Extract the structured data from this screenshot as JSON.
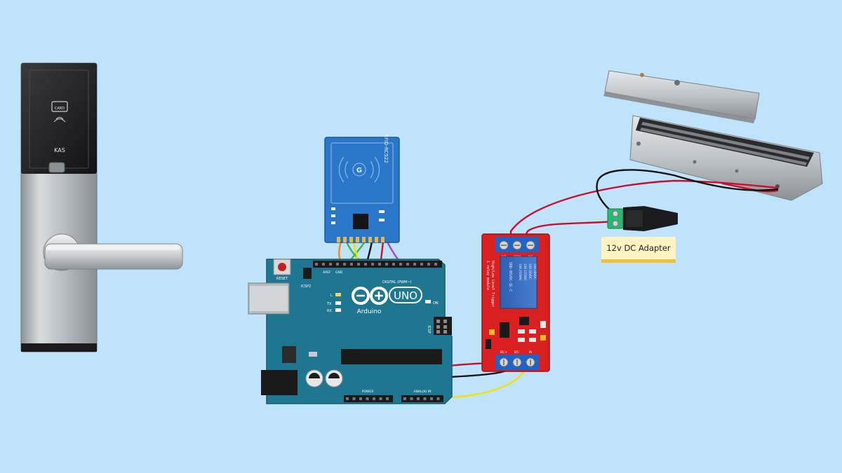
{
  "door_lock": {
    "card_label": "CARD",
    "brand": "KAS"
  },
  "rfid_module": {
    "label": "RFID-RC522"
  },
  "arduino": {
    "logo_text": "UNO",
    "brand": "Arduino",
    "reset_label": "RESET",
    "icsp2_label": "ICSP2",
    "icsp_label": "ICSP",
    "aref_label": "AREF",
    "gnd_label": "GND",
    "digital_label": "DIGITAL (PWM~)",
    "on_label": "ON",
    "tx_label": "TX",
    "rx_label": "RX",
    "l_label": "L",
    "power_label": "POWER",
    "analog_label": "ANALOG IN"
  },
  "relay": {
    "side_text_1": "1 relay module",
    "side_text_2": "High/Low Level Trigger",
    "model": "SRD-05VDC-SL-C",
    "rating_1": "10A 250VAC",
    "rating_2": "10A 125VAC",
    "rating_3": "10A 30VDC",
    "rating_4": "10A 28VDC",
    "top_terminals": [
      "NO",
      "COM",
      "NC"
    ],
    "bottom_terminals": [
      "DC+",
      "DC-",
      "IN"
    ]
  },
  "adapter": {
    "label": "12v DC Adapter"
  },
  "magnetic_lock": {},
  "colors": {
    "background": "#bfe3fb",
    "arduino_board": "#1f7691",
    "rfid_board": "#2a77c9",
    "relay_board": "#d91f1f",
    "wire_red": "#c8102e",
    "wire_black": "#111111",
    "wire_yellow": "#f2e200",
    "wire_green": "#3ab54a",
    "wire_orange": "#f08a1c",
    "wire_purple": "#b23bd6",
    "terminal_green": "#2bb673"
  }
}
